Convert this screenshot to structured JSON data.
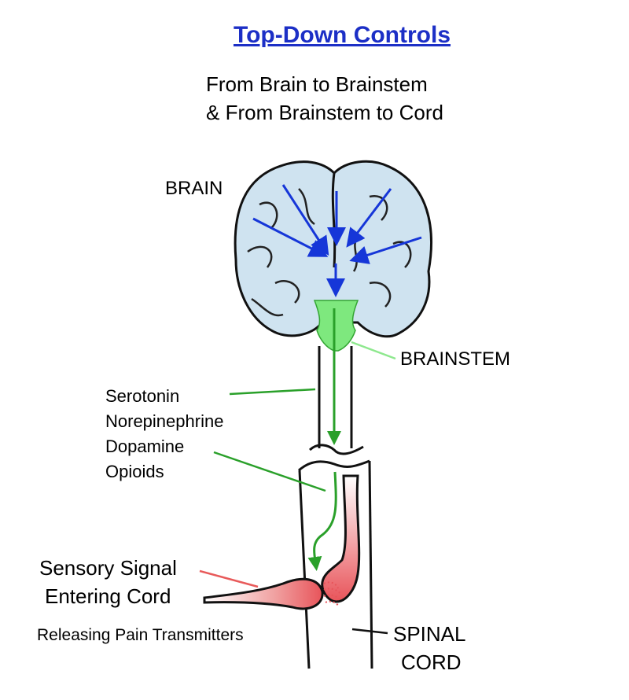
{
  "title": "Top-Down Controls",
  "subtitle_lines": [
    "From Brain to Brainstem",
    "& From Brainstem to Cord"
  ],
  "labels": {
    "brain": "BRAIN",
    "brainstem": "BRAINSTEM",
    "neurotransmitters": [
      "Serotonin",
      "Norepinephrine",
      "Dopamine",
      "Opioids"
    ],
    "sensory_signal": [
      "Sensory Signal",
      "Entering Cord"
    ],
    "releasing": "Releasing Pain Transmitters",
    "spinal_cord": [
      "SPINAL",
      "CORD"
    ]
  },
  "colors": {
    "title": "#1c2fc6",
    "brain_fill": "#cfe3f0",
    "brain_arrows": "#1636d8",
    "brainstem_fill": "#7ee87e",
    "descending_path": "#2aa02a",
    "sensory_nerve": "#e8545a",
    "leader_brainstem": "#8ee88e",
    "leader_sensory": "#e85a5a"
  }
}
